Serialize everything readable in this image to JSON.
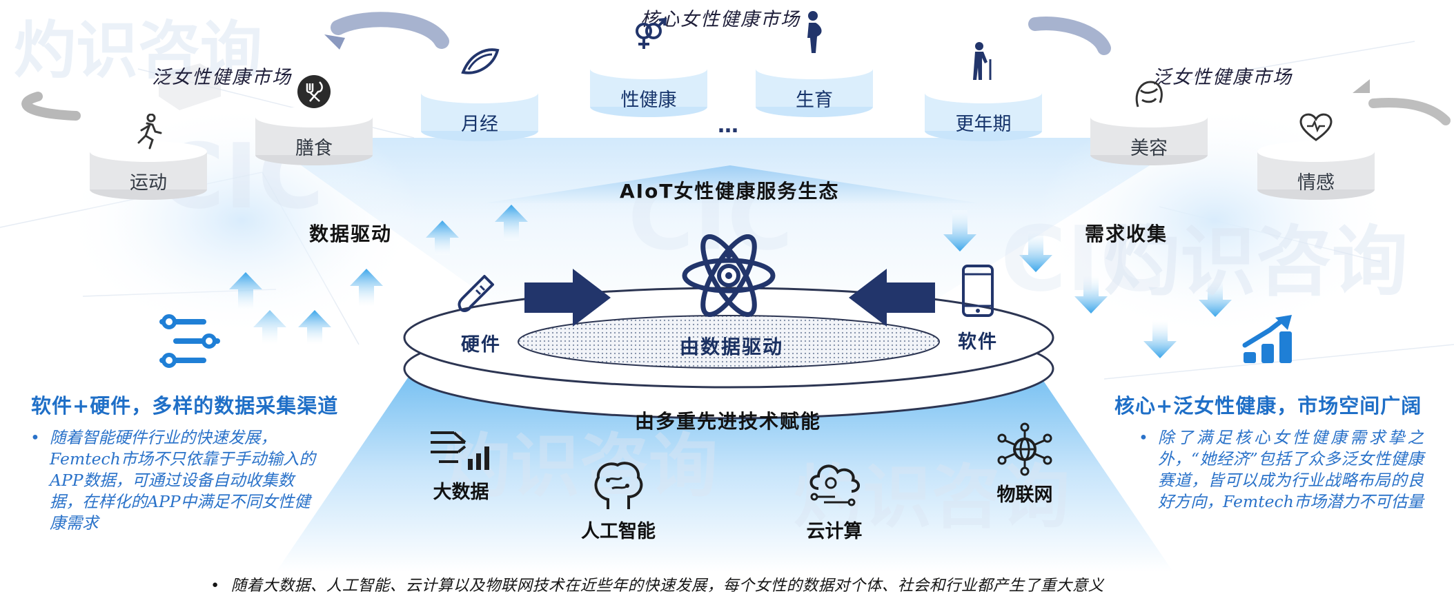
{
  "core_market_title": "核心女性健康市场",
  "pan_market_title": "泛女性健康市场",
  "core_items": [
    {
      "label": "月经",
      "icon": "sanitary-pad-icon"
    },
    {
      "label": "性健康",
      "icon": "gender-symbols-icon"
    },
    {
      "label": "生育",
      "icon": "pregnant-woman-icon"
    },
    {
      "label": "更年期",
      "icon": "elderly-person-icon"
    }
  ],
  "core_ellipsis": "…",
  "pan_left_items": [
    {
      "label": "运动",
      "icon": "running-icon"
    },
    {
      "label": "膳食",
      "icon": "dining-icon"
    }
  ],
  "pan_right_items": [
    {
      "label": "美容",
      "icon": "face-icon"
    },
    {
      "label": "情感",
      "icon": "heart-icon"
    }
  ],
  "ecosystem_label": "AIoT女性健康服务生态",
  "data_drive_label": "数据驱动",
  "demand_collect_label": "需求收集",
  "hardware_label": "硬件",
  "software_label": "软件",
  "center_label": "由数据驱动",
  "tech_label": "由多重先进技术赋能",
  "tech_items": [
    {
      "label": "大数据",
      "icon": "big-data-icon"
    },
    {
      "label": "人工智能",
      "icon": "ai-brain-icon"
    },
    {
      "label": "云计算",
      "icon": "cloud-computing-icon"
    },
    {
      "label": "物联网",
      "icon": "iot-globe-icon"
    }
  ],
  "left_heading": "软件+硬件，多样的数据采集渠道",
  "left_bullet": "随着智能硬件行业的快速发展，Femtech市场不只依靠于手动输入的APP数据，可通过设备自动收集数据，在样化的APP中满足不同女性健康需求",
  "right_heading": "核心+泛女性健康，市场空间广阔",
  "right_bullet": "除了满足核心女性健康需求挚之外，“她经济”包括了众多泛女性健康赛道，皆可以成为行业战略布局的良好方向，Femtech市场潜力不可估量",
  "bullet_symbol": "•",
  "footer_text": "随着大数据、人工智能、云计算以及物联网技术在近些年的快速发展，每个女性的数据对个体、社会和行业都产生了重大意义",
  "watermark_text": "灼识咨询",
  "watermark_brand": "CIC",
  "colors": {
    "accent_blue": "#1f6fc7",
    "dark_navy": "#22356b",
    "arrow_light": "#5ab4f0"
  }
}
